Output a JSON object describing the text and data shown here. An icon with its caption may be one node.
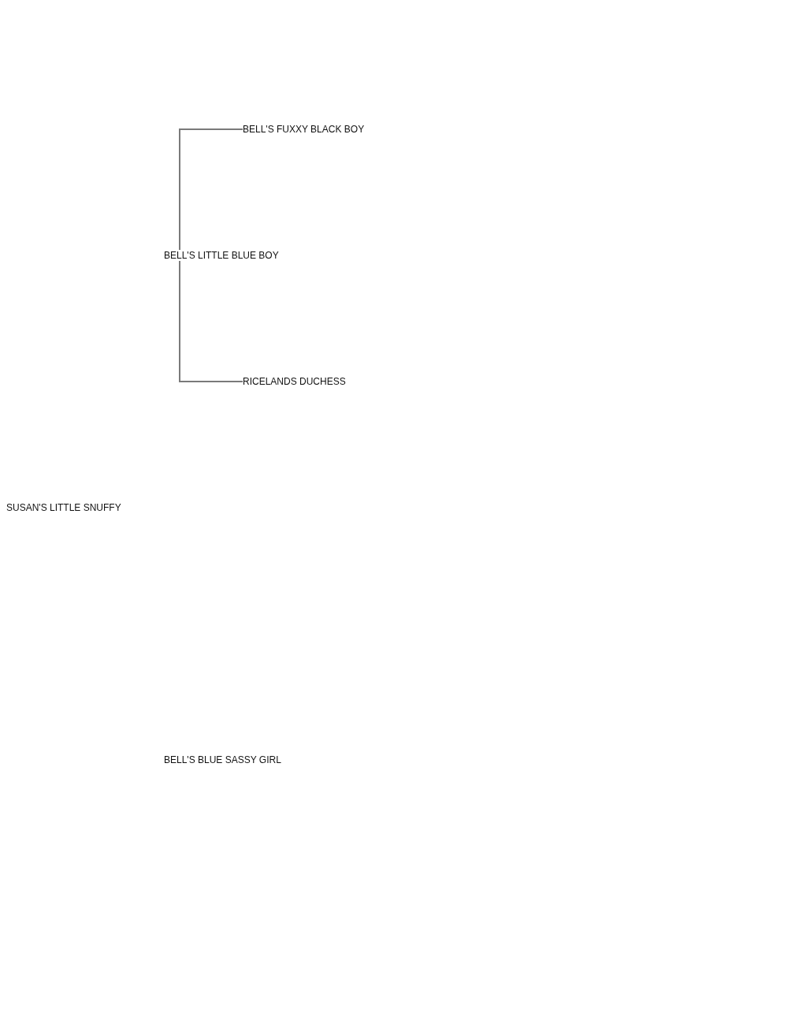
{
  "diagram": {
    "nodes": [
      {
        "text": [
          "BELL'S FUXXY BLACK BOY"
        ]
      },
      {
        "text": [
          "BELL'S LITTLE BLUE BOY"
        ]
      },
      {
        "text": [
          "RICELANDS DUCHESS"
        ]
      },
      {
        "text": [
          "SUSAN'S LITTLE SNUFFY"
        ]
      },
      {
        "text": [
          "BELL'S BLUE SASSY GIRL"
        ]
      }
    ],
    "edges": [
      {
        "from": 1,
        "to": 0,
        "arrow": "none"
      },
      {
        "from": 1,
        "to": 2,
        "arrow": "none"
      }
    ]
  }
}
